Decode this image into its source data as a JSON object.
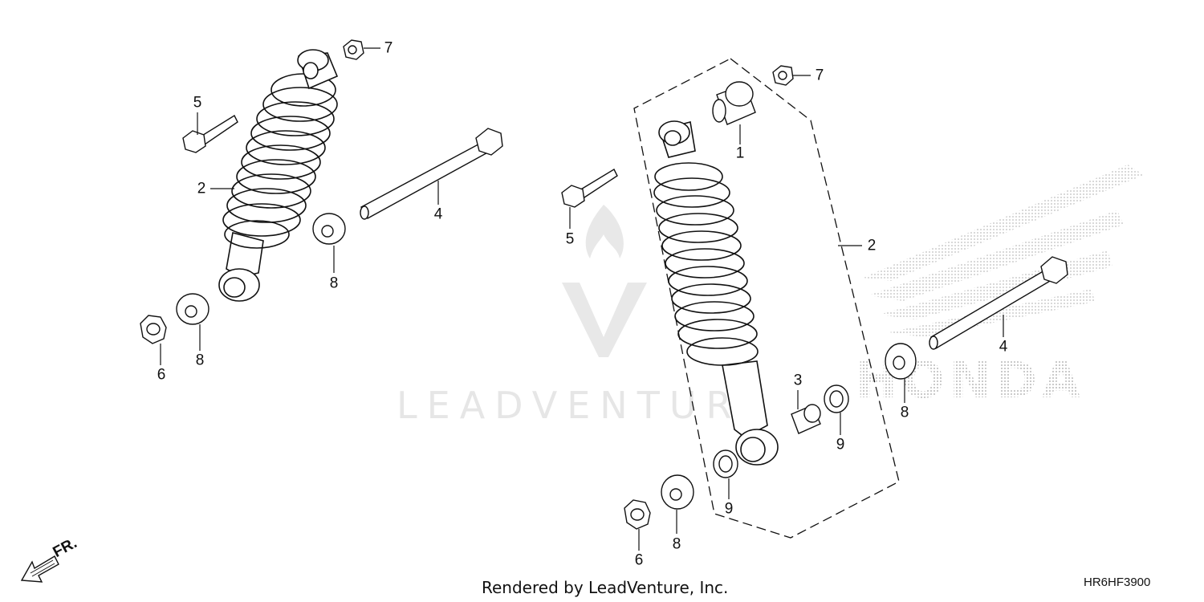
{
  "diagram": {
    "footer_text": "Rendered by LeadVenture, Inc.",
    "diagram_code": "HR6HF3900",
    "front_indicator": "FR.",
    "watermark_text": "LEADVENTURE",
    "brand_watermark_text": "HONDA",
    "left_assembly": {
      "labels": [
        "7",
        "5",
        "2",
        "4",
        "8",
        "6",
        "8"
      ]
    },
    "right_assembly": {
      "labels": [
        "7",
        "1",
        "5",
        "2",
        "4",
        "3",
        "9",
        "8",
        "9",
        "6",
        "8"
      ]
    }
  },
  "colors": {
    "line": "#111111",
    "watermark": "#e6e6e6",
    "brand_dots": "#bdbdbd"
  }
}
